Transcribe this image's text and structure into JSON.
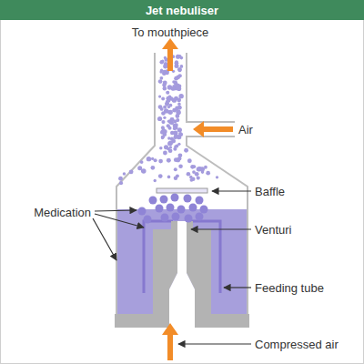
{
  "diagram": {
    "title": "Jet nebuliser",
    "labels": [
      "To mouthpiece",
      "Air",
      "Medication",
      "Baffle",
      "Venturi",
      "Feeding tube",
      "Compressed air"
    ]
  }
}
